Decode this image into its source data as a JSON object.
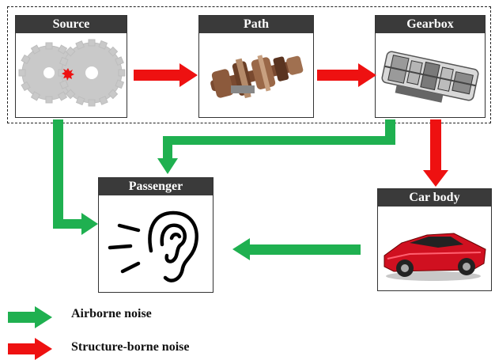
{
  "boxes": {
    "source": "Source",
    "path": "Path",
    "gearbox": "Gearbox",
    "passenger": "Passenger",
    "car_body": "Car body"
  },
  "legend": {
    "airborne": "Airborne noise",
    "structure": "Structure-borne noise"
  },
  "colors": {
    "airborne": "#1fb050",
    "structure": "#ee1111",
    "header": "#3a3a3a"
  },
  "icons": [
    "gears-icon",
    "drivetrain-icon",
    "gearbox-icon",
    "ear-icon",
    "car-icon"
  ]
}
